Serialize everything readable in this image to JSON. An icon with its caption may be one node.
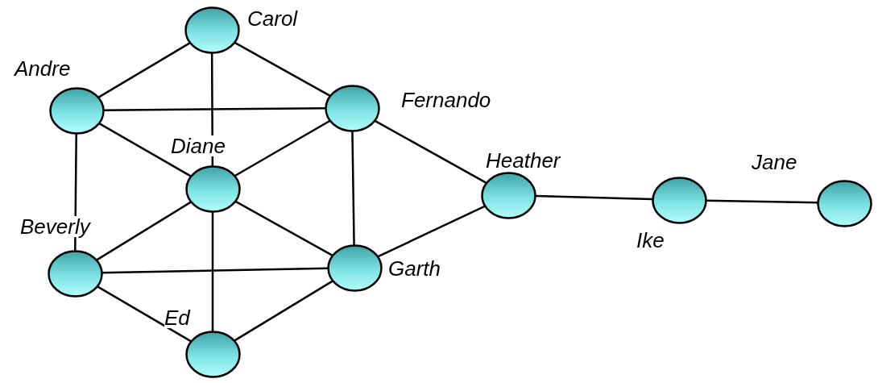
{
  "diagram": {
    "nodes": [
      {
        "text": [],
        "shape": "circle",
        "beside": [
          "Carol"
        ]
      },
      {
        "text": [],
        "shape": "circle",
        "beside": [
          "Andre"
        ]
      },
      {
        "text": [],
        "shape": "circle",
        "beside": [
          "Fernando"
        ]
      },
      {
        "text": [],
        "shape": "circle",
        "beside": [
          "Diane"
        ]
      },
      {
        "text": [],
        "shape": "circle",
        "beside": [
          "Heather"
        ]
      },
      {
        "text": [],
        "shape": "circle",
        "beside": [
          "Jane"
        ]
      },
      {
        "text": [],
        "shape": "circle",
        "beside": [
          "Ike"
        ]
      },
      {
        "text": [],
        "shape": "circle",
        "beside": [
          "Beverly"
        ]
      },
      {
        "text": [],
        "shape": "circle",
        "beside": [
          "Garth"
        ]
      },
      {
        "text": [],
        "shape": "circle",
        "beside": [
          "Ed"
        ]
      }
    ],
    "edges": [
      {
        "from": 1,
        "to": 0,
        "arrow": "none"
      },
      {
        "from": 1,
        "to": 2,
        "arrow": "none"
      },
      {
        "from": 1,
        "to": 3,
        "arrow": "none"
      },
      {
        "from": 1,
        "to": 7,
        "arrow": "none"
      },
      {
        "from": 0,
        "to": 2,
        "arrow": "none"
      },
      {
        "from": 0,
        "to": 3,
        "arrow": "none"
      },
      {
        "from": 2,
        "to": 3,
        "arrow": "none"
      },
      {
        "from": 2,
        "to": 8,
        "arrow": "none"
      },
      {
        "from": 2,
        "to": 4,
        "arrow": "none"
      },
      {
        "from": 3,
        "to": 7,
        "arrow": "none"
      },
      {
        "from": 3,
        "to": 8,
        "arrow": "none"
      },
      {
        "from": 3,
        "to": 9,
        "arrow": "none"
      },
      {
        "from": 7,
        "to": 8,
        "arrow": "none"
      },
      {
        "from": 7,
        "to": 9,
        "arrow": "none"
      },
      {
        "from": 8,
        "to": 9,
        "arrow": "none"
      },
      {
        "from": 8,
        "to": 4,
        "arrow": "none"
      },
      {
        "from": 4,
        "to": 6,
        "arrow": "none"
      },
      {
        "from": 6,
        "to": 5,
        "arrow": "none"
      }
    ]
  }
}
